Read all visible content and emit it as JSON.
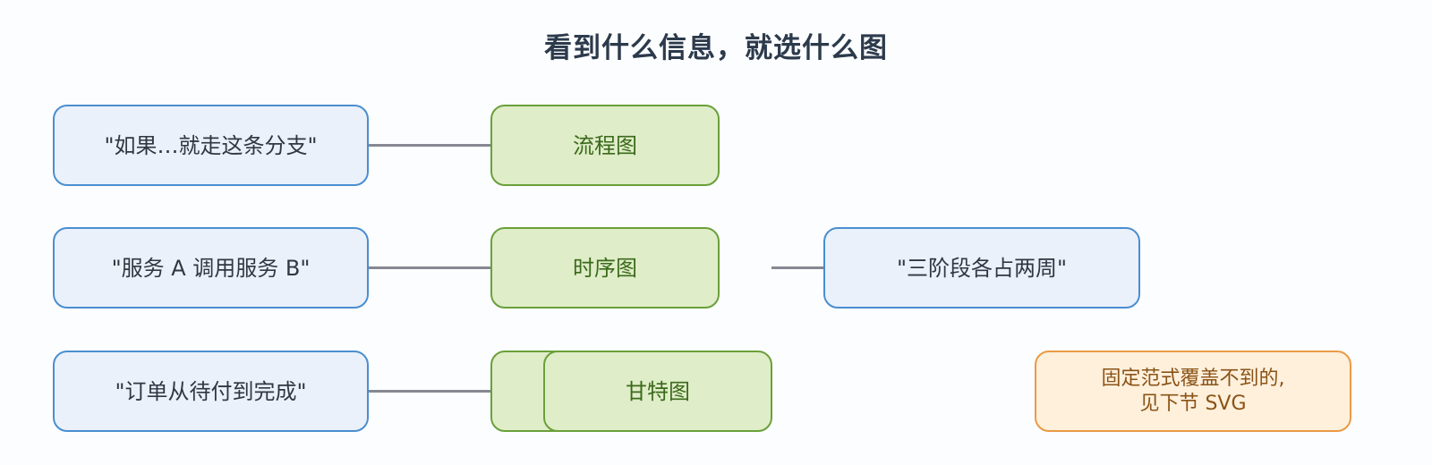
{
  "title": "看到什么信息，就选什么图",
  "rows": [
    {
      "signal": "\"如果…就走这条分支\"",
      "diagram": "流程图"
    },
    {
      "signal": "\"服务 A 调用服务 B\"",
      "diagram": "时序图"
    },
    {
      "signal": "\"订单从待付到完成\"",
      "diagram": ""
    }
  ],
  "extra_signal": "\"三阶段各占两周\"",
  "extra_diagram": "甘特图",
  "note_line1": "固定范式覆盖不到的,",
  "note_line2": "见下节 SVG",
  "colors": {
    "signal_fill": "#eaf1fb",
    "signal_border": "#4a8ed0",
    "diagram_fill": "#dfedc8",
    "diagram_border": "#6aa03a",
    "note_fill": "#fff0dc",
    "note_border": "#ea9a45",
    "connector": "#868892"
  }
}
